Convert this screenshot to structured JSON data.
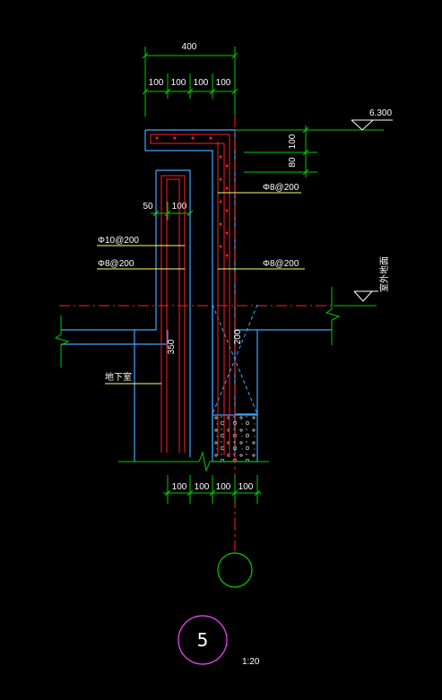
{
  "colors": {
    "background": "#000000",
    "dimension": "#00cc00",
    "outline": "#3fa7ff",
    "rebar": "#ff2020",
    "centerline": "#ff2020",
    "leader": "#ffff66",
    "text": "#ffffff",
    "detail_circle": "#ff44ff"
  },
  "dimensions": {
    "top_total": "400",
    "top_segments": [
      "100",
      "100",
      "100",
      "100"
    ],
    "bottom_segments": [
      "100",
      "100",
      "100",
      "100"
    ],
    "right_upper": "100",
    "right_lower": "80",
    "left_offset": "50",
    "left_width": "100",
    "depth_left": "350",
    "depth_right": "200"
  },
  "elevations": {
    "top": "6.300",
    "ground": "室外地面"
  },
  "rebar_labels": {
    "right_upper": "Φ8@200",
    "left_upper": "Φ10@200",
    "left_lower": "Φ8@200",
    "right_lower": "Φ8@200"
  },
  "notes": {
    "basement": "地下室"
  },
  "detail": {
    "number": "5",
    "scale": "1:20"
  }
}
